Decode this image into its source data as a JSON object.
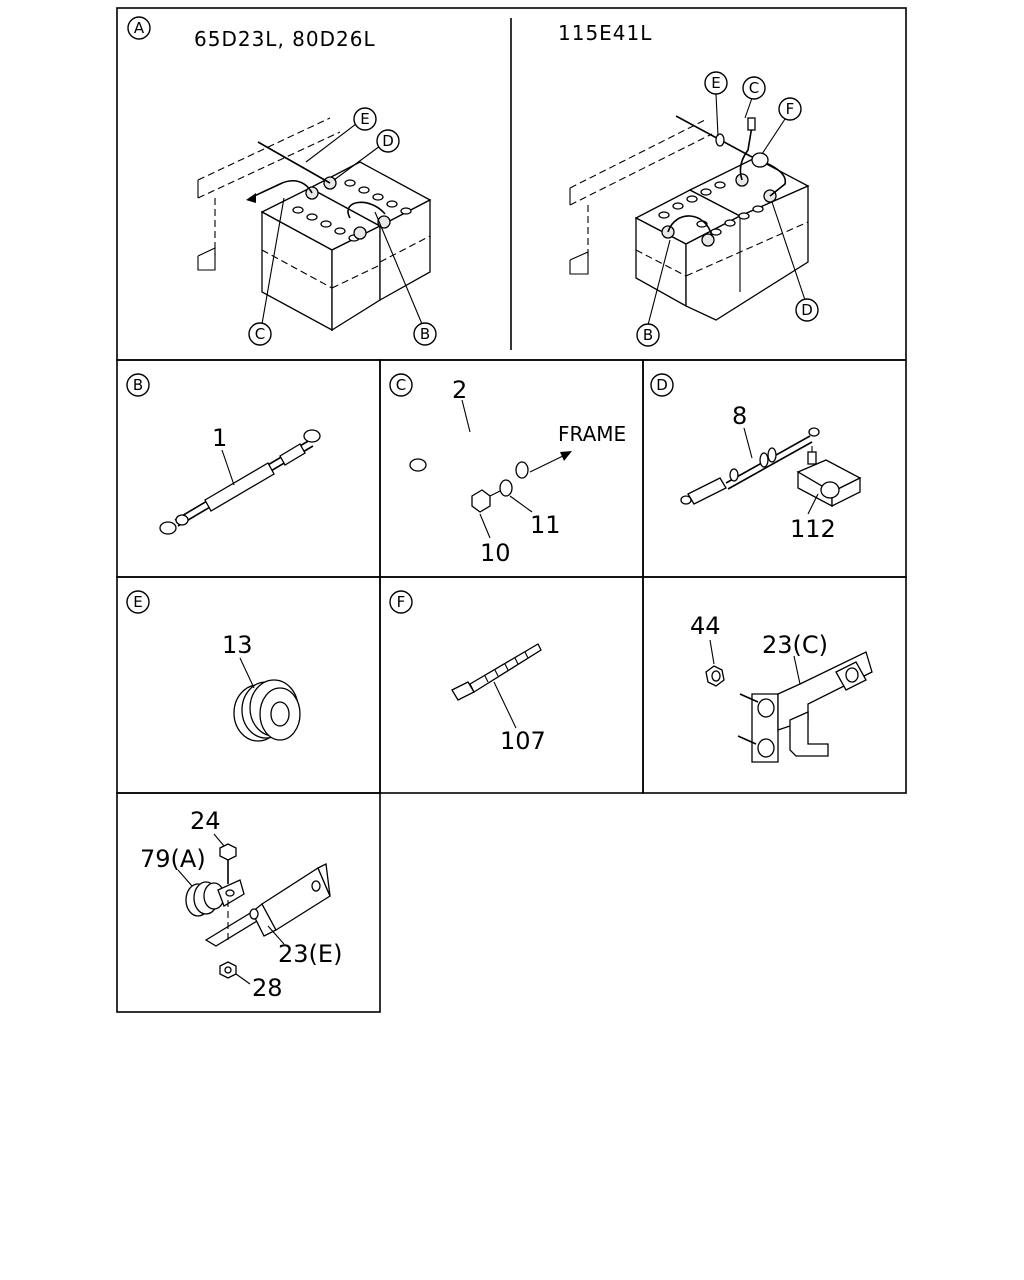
{
  "callouts": {
    "A": "A",
    "B": "B",
    "C": "C",
    "D": "D",
    "E": "E",
    "F": "F"
  },
  "panel_a": {
    "left_title": "65D23L, 80D26L",
    "right_title": "115E41L"
  },
  "panel_c": {
    "frame_label": "FRAME"
  },
  "part_numbers": {
    "p1": "1",
    "p2": "2",
    "p10": "10",
    "p11": "11",
    "p8": "8",
    "p112": "112",
    "p13": "13",
    "p107": "107",
    "p44": "44",
    "p23c": "23(C)",
    "p24": "24",
    "p79a": "79(A)",
    "p23e": "23(E)",
    "p28": "28"
  }
}
